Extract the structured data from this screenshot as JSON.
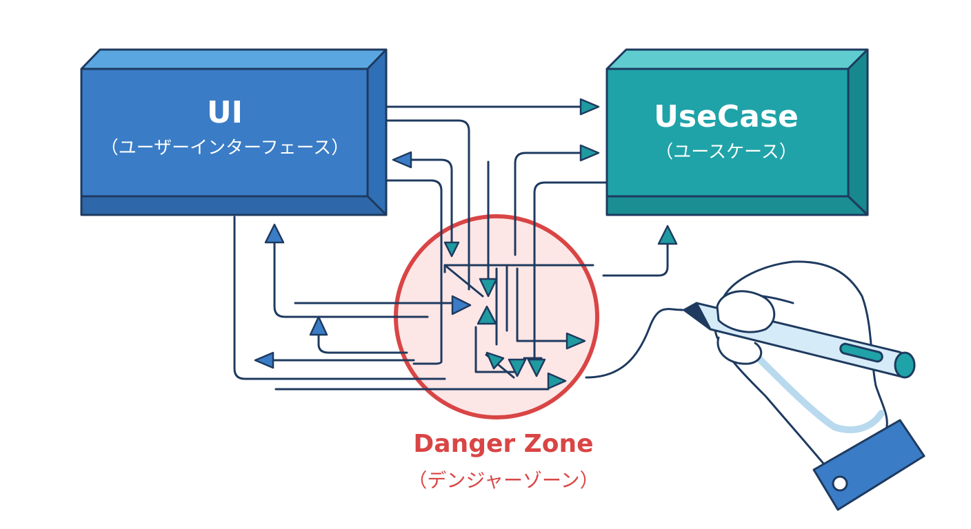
{
  "ui_box": {
    "title": "UI",
    "subtitle": "（ユーザーインターフェース）"
  },
  "usecase_box": {
    "title": "UseCase",
    "subtitle": "（ユースケース）"
  },
  "danger_zone": {
    "title": "Danger Zone",
    "subtitle": "（デンジャーゾーン）"
  },
  "colors": {
    "ui_box": "#3a7cc6",
    "usecase_box": "#1fa3a8",
    "danger": "#d94545",
    "danger_fill": "#fde6e6",
    "line": "#1e3a5f",
    "arrow_teal": "#1f9aa0",
    "arrow_blue": "#3a7cc6"
  },
  "icons": {
    "hand": "hand-holding-pen-icon"
  }
}
